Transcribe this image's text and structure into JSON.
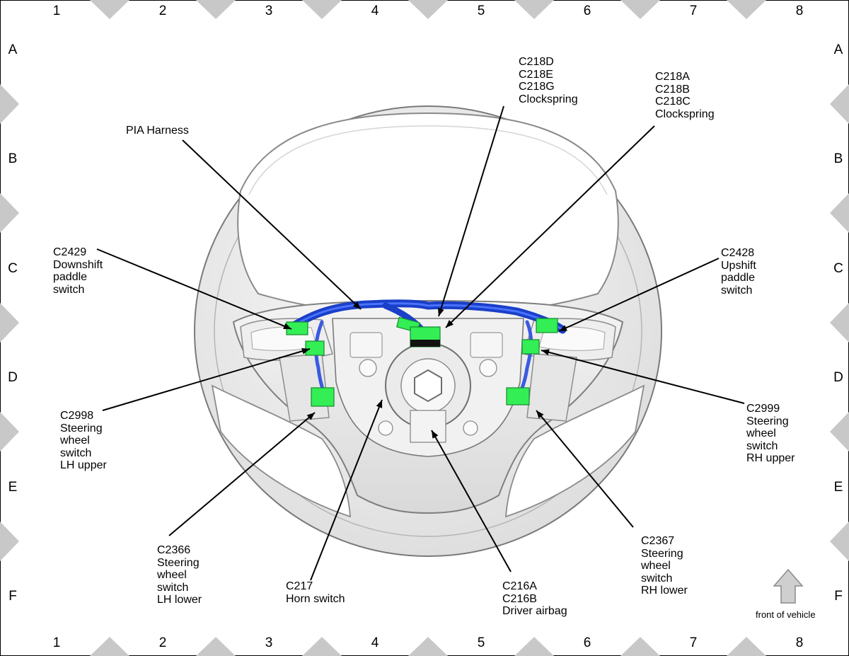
{
  "grid": {
    "columns": [
      "1",
      "2",
      "3",
      "4",
      "5",
      "6",
      "7",
      "8"
    ],
    "rows": [
      "A",
      "B",
      "C",
      "D",
      "E",
      "F"
    ]
  },
  "colors": {
    "harness": "#1a3fc8",
    "connector": "#33ee55",
    "marker": "#c8c8c8"
  },
  "callouts": {
    "pia_harness": "PIA Harness",
    "c218d": "C218D\nC218E\nC218G\nClockspring",
    "c218a": "C218A\nC218B\nC218C\nClockspring",
    "c2429": "C2429\nDownshift\npaddle\nswitch",
    "c2428": "C2428\nUpshift\npaddle\nswitch",
    "c2998": "C2998\nSteering\nwheel\nswitch\nLH upper",
    "c2999": "C2999\nSteering\nwheel\nswitch\nRH upper",
    "c2366": "C2366\nSteering\nwheel\nswitch\nLH lower",
    "c217": "C217\nHorn switch",
    "c216a": "C216A\nC216B\nDriver airbag",
    "c2367": "C2367\nSteering\nwheel\nswitch\nRH lower"
  },
  "orientation": {
    "label": "front of vehicle",
    "icon": "up-arrow-icon"
  }
}
